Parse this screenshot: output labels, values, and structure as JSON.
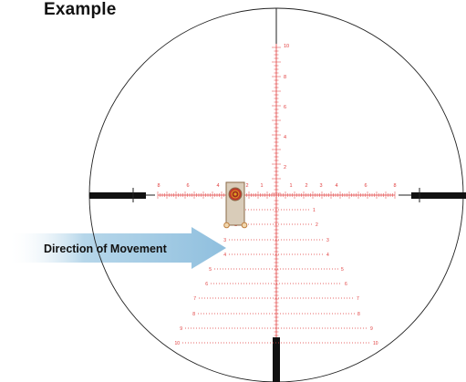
{
  "page": {
    "title": "Example"
  },
  "arrow": {
    "label": "Direction of Movement"
  },
  "reticle": {
    "color": "#e03a3a",
    "line_color": "#111111",
    "hold_labels": [
      "1",
      "2",
      "3",
      "4",
      "5",
      "6",
      "7",
      "8",
      "9",
      "10"
    ],
    "horizontal_labels": [
      "8",
      "6",
      "4",
      "2",
      "1",
      "1",
      "2",
      "3",
      "4",
      "6",
      "8"
    ],
    "vertical_labels": [
      "10",
      "8",
      "6",
      "4",
      "2"
    ]
  },
  "target": {
    "fill": "#d9ccb9",
    "stroke": "#8a6a48",
    "bullseye": "#c0392b",
    "bullseye_center": "#e0a020"
  },
  "colors": {
    "arrow": "#a9cfe6"
  }
}
